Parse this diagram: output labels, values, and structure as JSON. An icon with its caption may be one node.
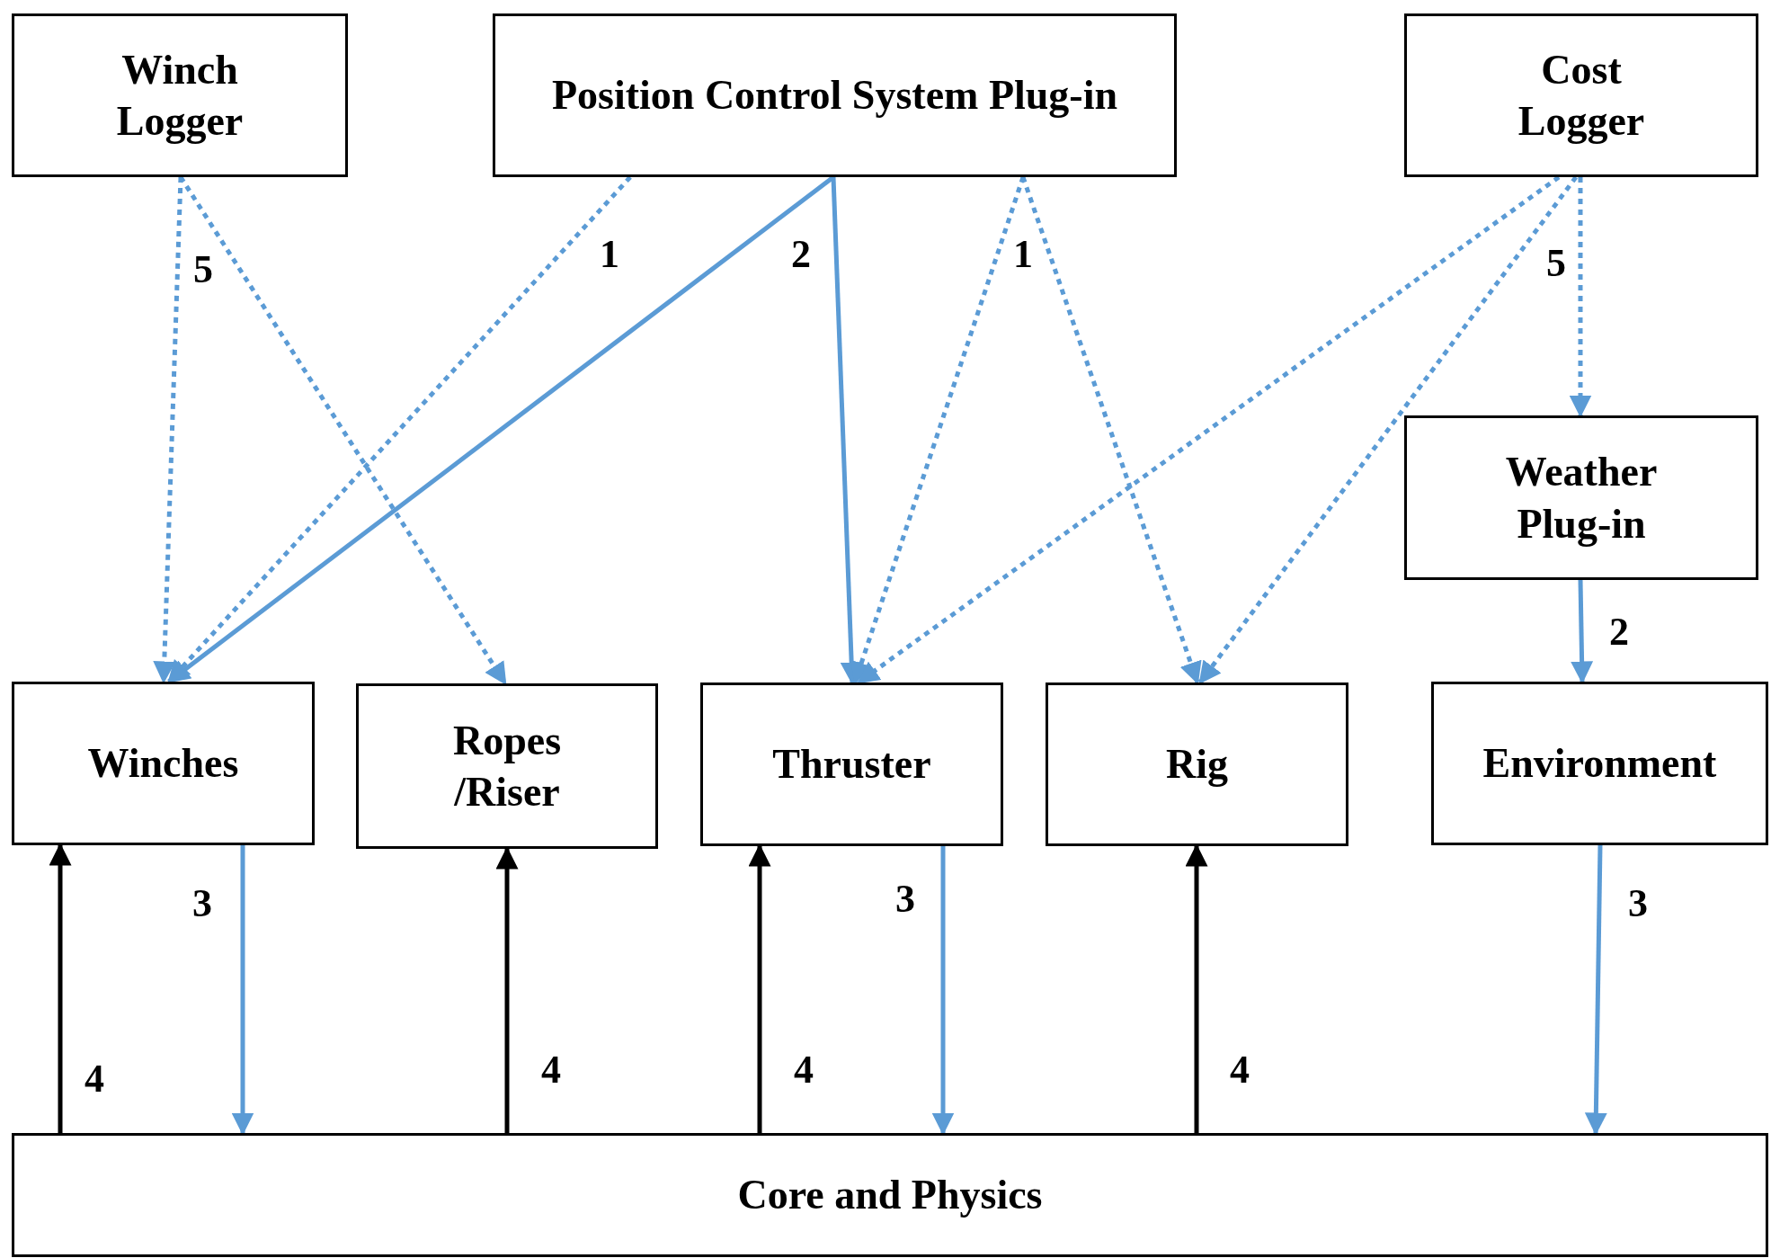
{
  "diagram": {
    "nodes": [
      {
        "text": [
          "Winch Logger"
        ]
      },
      {
        "text": [
          "Position Control System Plug-in"
        ]
      },
      {
        "text": [
          "Cost Logger"
        ]
      },
      {
        "text": [
          "Weather Plug-in"
        ]
      },
      {
        "text": [
          "Winches"
        ]
      },
      {
        "text": [
          "Ropes /Riser"
        ]
      },
      {
        "text": [
          "Thruster"
        ]
      },
      {
        "text": [
          "Rig"
        ]
      },
      {
        "text": [
          "Environment"
        ]
      },
      {
        "text": [
          "Core and Physics"
        ]
      }
    ],
    "edges": [
      {
        "from": 0,
        "to": 4,
        "arrow": "to",
        "style": "dashed",
        "label": "5"
      },
      {
        "from": 0,
        "to": 5,
        "arrow": "to",
        "style": "dashed"
      },
      {
        "from": 1,
        "to": 4,
        "arrow": "to",
        "style": "dashed",
        "label": "1"
      },
      {
        "from": 1,
        "to": 4,
        "arrow": "to",
        "label": "2"
      },
      {
        "from": 1,
        "to": 6,
        "arrow": "to"
      },
      {
        "from": 1,
        "to": 6,
        "arrow": "to",
        "style": "dashed",
        "label": "1"
      },
      {
        "from": 1,
        "to": 7,
        "arrow": "to",
        "style": "dashed"
      },
      {
        "from": 2,
        "to": 6,
        "arrow": "to",
        "style": "dashed"
      },
      {
        "from": 2,
        "to": 7,
        "arrow": "to",
        "style": "dashed"
      },
      {
        "from": 2,
        "to": 3,
        "arrow": "to",
        "style": "dashed",
        "label": "5"
      },
      {
        "from": 3,
        "to": 8,
        "arrow": "to",
        "label": "2"
      },
      {
        "from": 4,
        "to": 9,
        "arrow": "to",
        "label": "3"
      },
      {
        "from": 9,
        "to": 4,
        "arrow": "to",
        "color": "#000000",
        "label": "4"
      },
      {
        "from": 9,
        "to": 5,
        "arrow": "to",
        "color": "#000000",
        "label": "4"
      },
      {
        "from": 6,
        "to": 9,
        "arrow": "to",
        "label": "3"
      },
      {
        "from": 9,
        "to": 6,
        "arrow": "to",
        "color": "#000000",
        "label": "4"
      },
      {
        "from": 9,
        "to": 7,
        "arrow": "to",
        "color": "#000000",
        "label": "4"
      },
      {
        "from": 8,
        "to": 9,
        "arrow": "to",
        "label": "3"
      }
    ]
  }
}
